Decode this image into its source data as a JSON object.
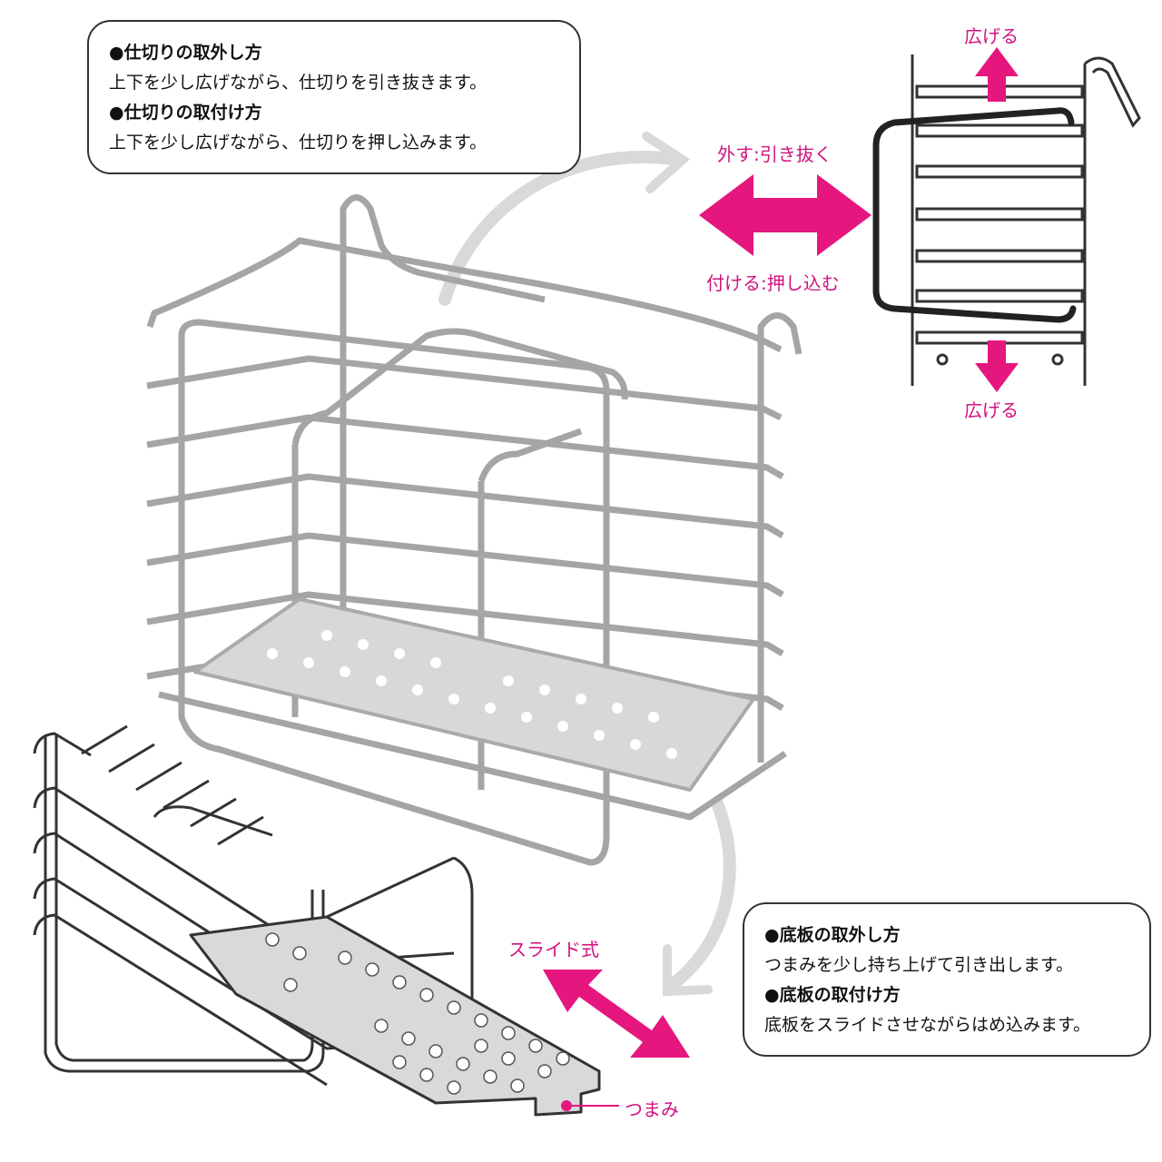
{
  "instructions_partition": {
    "remove_heading": "●仕切りの取外し方",
    "remove_text": "上下を少し広げながら、仕切りを引き抜きます。",
    "attach_heading": "●仕切りの取付け方",
    "attach_text": "上下を少し広げながら、仕切りを押し込みます。"
  },
  "instructions_bottom": {
    "remove_heading": "●底板の取外し方",
    "remove_text": "つまみを少し持ち上げて引き出します。",
    "attach_heading": "●底板の取付け方",
    "attach_text": "底板をスライドさせながらはめ込みます。"
  },
  "labels": {
    "spread_top": "広げる",
    "spread_bottom": "広げる",
    "remove_pull": "外す:引き抜く",
    "attach_push": "付ける:押し込む",
    "slide_type": "スライド式",
    "tab": "つまみ"
  },
  "colors": {
    "accent": "#e5177e",
    "arrow_gray": "#d6d6d6",
    "wire": "#9a9a9a"
  }
}
